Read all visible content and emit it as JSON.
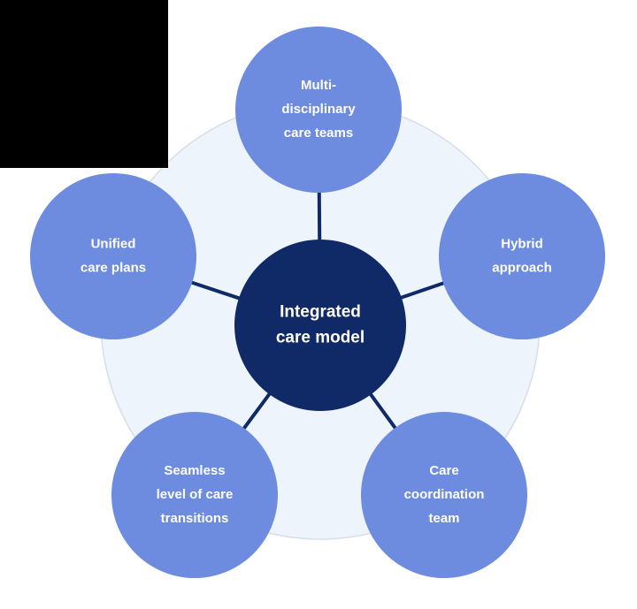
{
  "colors": {
    "background_ring": "#eef4fb",
    "ring_stroke": "#d8dde6",
    "outer_node": "#6d8ce0",
    "center_node": "#0f2a66",
    "connector": "#0f2a66",
    "text": "#ffffff",
    "black_block": "#000000"
  },
  "diagram": {
    "center": {
      "lines": [
        "Integrated",
        "care model"
      ]
    },
    "nodes": [
      {
        "id": "multidisciplinary",
        "lines": [
          "Multi-",
          "disciplinary",
          "care teams"
        ]
      },
      {
        "id": "hybrid",
        "lines": [
          "Hybrid",
          "approach"
        ]
      },
      {
        "id": "care-coordination",
        "lines": [
          "Care",
          "coordination",
          "team"
        ]
      },
      {
        "id": "seamless",
        "lines": [
          "Seamless",
          "level of care",
          "transitions"
        ]
      },
      {
        "id": "unified",
        "lines": [
          "Unified",
          "care plans"
        ]
      }
    ]
  }
}
